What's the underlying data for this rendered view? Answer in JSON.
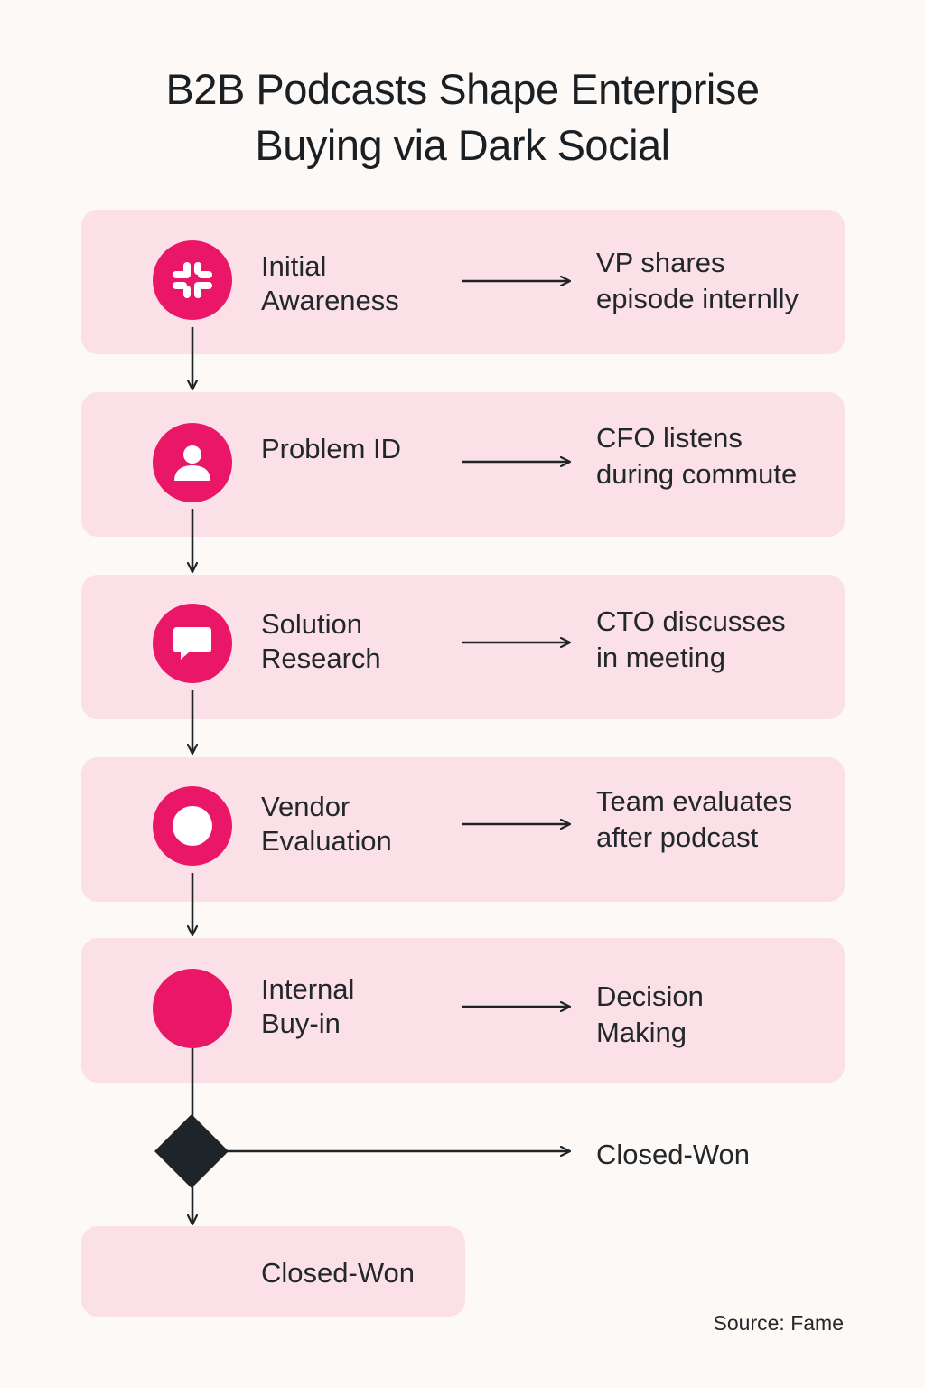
{
  "title": {
    "line1": "B2B Podcasts Shape Enterprise",
    "line2": "Buying via Dark Social"
  },
  "stages": [
    {
      "icon": "slack-icon",
      "label_line1": "Initial",
      "label_line2": "Awareness",
      "outcome_line1": "VP shares",
      "outcome_line2": "episode internlly"
    },
    {
      "icon": "person-icon",
      "label_line1": "Problem ID",
      "label_line2": "",
      "outcome_line1": "CFO listens",
      "outcome_line2": "during commute"
    },
    {
      "icon": "chat-bubble-icon",
      "label_line1": "Solution",
      "label_line2": "Research",
      "outcome_line1": "CTO discusses",
      "outcome_line2": "in meeting"
    },
    {
      "icon": "ring-icon",
      "label_line1": "Vendor",
      "label_line2": "Evaluation",
      "outcome_line1": "Team evaluates",
      "outcome_line2": "after podcast"
    },
    {
      "icon": "solid-circle-icon",
      "label_line1": "Internal",
      "label_line2": "Buy-in",
      "outcome_line1": "Decision",
      "outcome_line2": "Making"
    }
  ],
  "decision": {
    "branch_label": "Closed-Won"
  },
  "final_stage": {
    "label": "Closed-Won"
  },
  "source": "Source: Fame",
  "colors": {
    "background": "#fdf9f6",
    "card": "#fbe0e7",
    "accent": "#ea1769",
    "ink": "#1f2428"
  }
}
